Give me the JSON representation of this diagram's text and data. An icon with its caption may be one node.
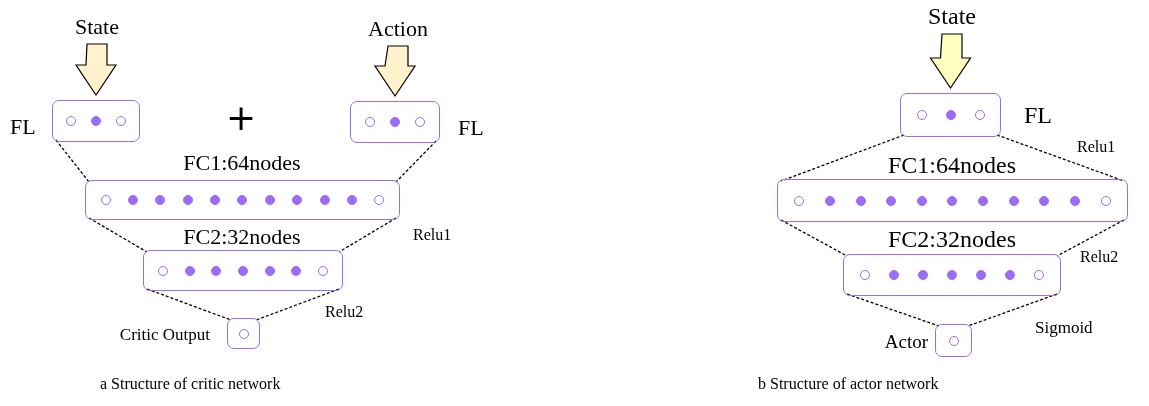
{
  "diagram": {
    "nodes": [
      {
        "text": [
          "State"
        ]
      },
      {
        "text": [],
        "shape": "box",
        "beside": [
          "FL"
        ]
      },
      {
        "text": [
          "Action"
        ]
      },
      {
        "text": [],
        "shape": "box",
        "beside": [
          "FL"
        ]
      },
      {
        "text": [
          "FC1:64nodes"
        ]
      },
      {
        "text": [
          "FC2:32nodes"
        ]
      },
      {
        "text": [],
        "shape": "box",
        "beside": [
          "Critic Output"
        ]
      },
      {
        "text": [
          "State"
        ]
      },
      {
        "text": [],
        "shape": "box",
        "beside": [
          "FL"
        ]
      },
      {
        "text": [
          "FC1:64nodes"
        ]
      },
      {
        "text": [
          "FC2:32nodes"
        ]
      },
      {
        "text": [],
        "shape": "box",
        "beside": [
          "Actor"
        ]
      }
    ],
    "edges": [
      {
        "from": 0,
        "to": 1,
        "arrow": "to",
        "style": "thick",
        "color": "#fff2cc"
      },
      {
        "from": 2,
        "to": 3,
        "arrow": "to",
        "style": "thick",
        "color": "#fff2cc"
      },
      {
        "from": 1,
        "to": 4,
        "arrow": "none",
        "style": "dashed"
      },
      {
        "from": 3,
        "to": 4,
        "arrow": "none",
        "style": "dashed"
      },
      {
        "from": 4,
        "to": 5,
        "arrow": "none",
        "style": "dashed"
      },
      {
        "from": 4,
        "to": 5,
        "arrow": "none",
        "style": "dashed"
      },
      {
        "from": 5,
        "to": 6,
        "arrow": "none",
        "style": "dashed"
      },
      {
        "from": 5,
        "to": 6,
        "arrow": "none",
        "style": "dashed"
      },
      {
        "from": 7,
        "to": 8,
        "arrow": "to",
        "style": "thick",
        "color": "#ffffc0"
      },
      {
        "from": 8,
        "to": 9,
        "arrow": "none",
        "style": "dashed"
      },
      {
        "from": 8,
        "to": 9,
        "arrow": "none",
        "style": "dashed"
      },
      {
        "from": 9,
        "to": 10,
        "arrow": "none",
        "style": "dashed"
      },
      {
        "from": 9,
        "to": 10,
        "arrow": "none",
        "style": "dashed"
      },
      {
        "from": 10,
        "to": 11,
        "arrow": "none",
        "style": "dashed"
      },
      {
        "from": 10,
        "to": 11,
        "arrow": "none",
        "style": "dashed"
      }
    ],
    "labels": [
      "+",
      "Relu1",
      "Relu2",
      "Relu1",
      "Relu2",
      "Sigmoid",
      "a Structure of critic network",
      "b Structure of actor network"
    ]
  }
}
